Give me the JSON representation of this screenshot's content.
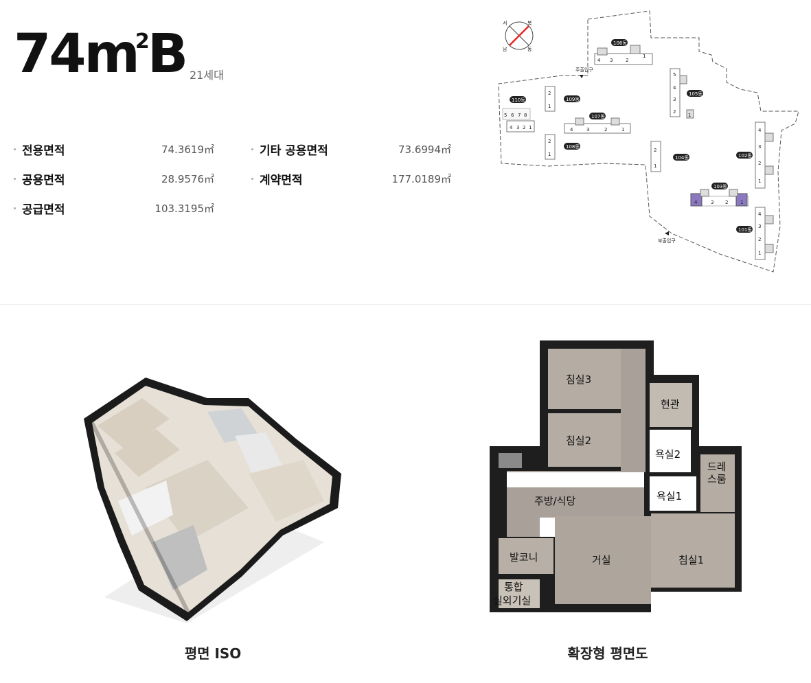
{
  "unit_type": {
    "area": "74",
    "unit_mark": "m",
    "superscript": "2",
    "suffix": "B",
    "households": "21세대"
  },
  "specs": [
    {
      "label": "전용면적",
      "value": "74.3619㎡"
    },
    {
      "label": "공용면적",
      "value": "28.9576㎡"
    },
    {
      "label": "공급면적",
      "value": "103.3195㎡"
    },
    {
      "label": "기타 공용면적",
      "value": "73.6994㎡"
    },
    {
      "label": "계약면적",
      "value": "177.0189㎡"
    }
  ],
  "site_plan": {
    "compass": {
      "west": "서",
      "north": "북",
      "south": "남",
      "east": "동"
    },
    "main_entrance": "주출입구",
    "sub_entrance": "부출입구",
    "buildings": [
      {
        "name": "101동",
        "lines": [
          "4",
          "3",
          "2",
          "1"
        ]
      },
      {
        "name": "102동",
        "lines": [
          "4",
          "3",
          "2",
          "1"
        ]
      },
      {
        "name": "103동",
        "lines": [
          "4",
          "3",
          "2",
          "1"
        ]
      },
      {
        "name": "104동",
        "lines": [
          "2",
          "1"
        ]
      },
      {
        "name": "105동",
        "lines": [
          "5",
          "4",
          "3",
          "2",
          "1"
        ]
      },
      {
        "name": "106동",
        "lines": [
          "4",
          "3",
          "2",
          "1"
        ]
      },
      {
        "name": "107동",
        "lines": [
          "4",
          "3",
          "2",
          "1"
        ]
      },
      {
        "name": "108동",
        "lines": [
          "2",
          "1"
        ]
      },
      {
        "name": "109동",
        "lines": [
          "2",
          "1"
        ]
      },
      {
        "name": "110동",
        "lines": [
          "5",
          "6",
          "7",
          "8",
          "4",
          "3",
          "2",
          "1"
        ]
      }
    ],
    "highlight_color": "#8a78c0"
  },
  "floor_plan": {
    "rooms": {
      "bedroom3": "침실3",
      "bedroom2": "침실2",
      "bedroom1": "침실1",
      "entrance": "현관",
      "bath2": "욕실2",
      "bath1": "욕실1",
      "dress_line1": "드레",
      "dress_line2": "스룸",
      "kitchen": "주방/식당",
      "living": "거실",
      "balcony": "발코니",
      "utility_line1": "통합",
      "utility_line2": "실외기실"
    }
  },
  "captions": {
    "iso": "평면 ISO",
    "plan": "확장형 평면도"
  }
}
